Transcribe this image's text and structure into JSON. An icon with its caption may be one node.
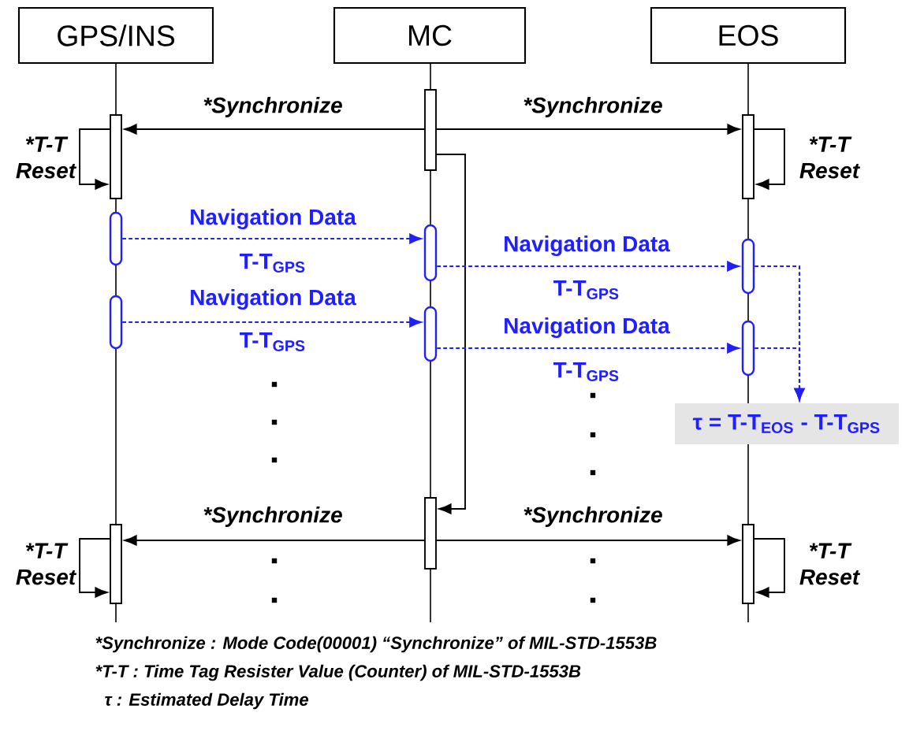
{
  "diagram": {
    "nodes": [
      {
        "text": [
          "GPS/INS"
        ]
      },
      {
        "text": [
          "MC"
        ]
      },
      {
        "text": [
          "EOS"
        ]
      },
      {
        "text": [],
        "shape": "bar"
      },
      {
        "text": [],
        "shape": "bar"
      },
      {
        "text": [],
        "shape": "bar"
      },
      {
        "text": [],
        "shape": "bar"
      },
      {
        "text": [],
        "shape": "bar"
      },
      {
        "text": [],
        "shape": "bar"
      },
      {
        "text": [],
        "shape": "bar"
      },
      {
        "text": [],
        "shape": "bar"
      },
      {
        "text": [],
        "shape": "bar"
      },
      {
        "text": [
          "τ = T-T$_{EOS}$ - T-T$_{GPS}$"
        ]
      },
      {
        "text": [],
        "shape": "bar"
      },
      {
        "text": [],
        "shape": "bar"
      },
      {
        "text": [],
        "shape": "bar"
      }
    ],
    "edges": [
      {
        "from": 4,
        "to": 3,
        "arrow": "to",
        "label": "*Synchronize"
      },
      {
        "from": 4,
        "to": 5,
        "arrow": "to",
        "label": "*Synchronize"
      },
      {
        "from": 3,
        "to": 3,
        "arrow": "to",
        "label": "*T-T Reset"
      },
      {
        "from": 5,
        "to": 5,
        "arrow": "to",
        "label": "*T-T Reset"
      },
      {
        "from": 4,
        "to": 13,
        "arrow": "to"
      },
      {
        "from": 6,
        "to": 7,
        "arrow": "to",
        "label": "Navigation Data",
        "style": "dashed",
        "color": "#1f1fff"
      },
      {
        "from": 7,
        "to": 8,
        "arrow": "to",
        "label": "Navigation Data",
        "style": "dashed",
        "color": "#1f1fff"
      },
      {
        "from": 9,
        "to": 10,
        "arrow": "to",
        "label": "Navigation Data",
        "style": "dashed",
        "color": "#1f1fff"
      },
      {
        "from": 10,
        "to": 11,
        "arrow": "to",
        "label": "Navigation Data",
        "style": "dashed",
        "color": "#1f1fff"
      },
      {
        "from": 8,
        "to": 12,
        "arrow": "to",
        "style": "dashed",
        "color": "#1f1fff"
      },
      {
        "from": 11,
        "to": 12,
        "arrow": "to",
        "style": "dashed",
        "color": "#1f1fff"
      },
      {
        "from": 13,
        "to": 14,
        "arrow": "to",
        "label": "*Synchronize"
      },
      {
        "from": 13,
        "to": 15,
        "arrow": "to",
        "label": "*Synchronize"
      },
      {
        "from": 14,
        "to": 14,
        "arrow": "to",
        "label": "*T-T Reset"
      },
      {
        "from": 15,
        "to": 15,
        "arrow": "to",
        "label": "*T-T Reset"
      }
    ],
    "labels": [
      "T-T$_{GPS}$",
      "T-T$_{GPS}$",
      "T-T$_{GPS}$",
      "T-T$_{GPS}$",
      "*Synchronize : Mode Code(00001) “Synchronize” of MIL-STD-1553B",
      "*T-T : Time Tag Resister Value (Counter) of MIL-STD-1553B",
      "τ : Estimated Delay Time"
    ]
  }
}
